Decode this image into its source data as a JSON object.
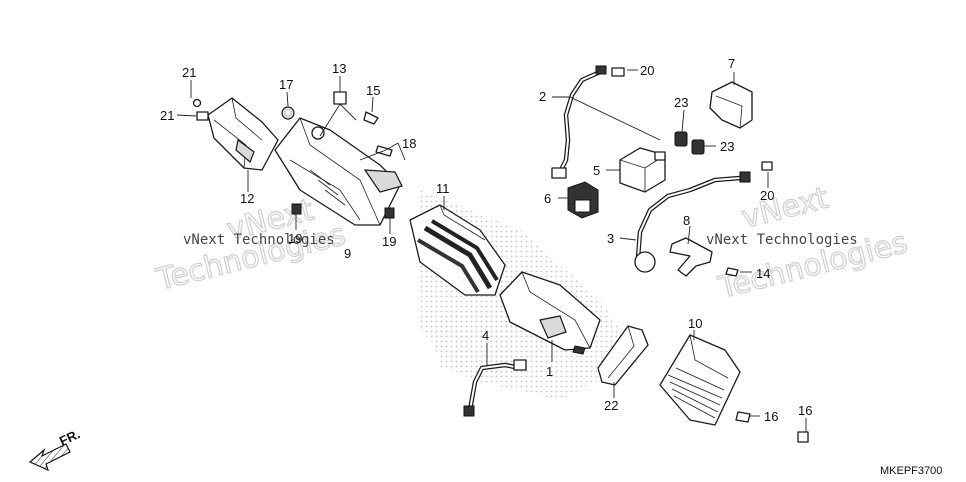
{
  "diagram": {
    "code": "MKEPF3700",
    "front_label": "FR.",
    "watermark": {
      "line1": "vNext Technologies",
      "line2": "Technologies"
    },
    "callouts": [
      {
        "id": "c1",
        "label": "1"
      },
      {
        "id": "c2",
        "label": "2"
      },
      {
        "id": "c3",
        "label": "3"
      },
      {
        "id": "c4",
        "label": "4"
      },
      {
        "id": "c5",
        "label": "5"
      },
      {
        "id": "c6",
        "label": "6"
      },
      {
        "id": "c7",
        "label": "7"
      },
      {
        "id": "c8",
        "label": "8"
      },
      {
        "id": "c9",
        "label": "9"
      },
      {
        "id": "c10",
        "label": "10"
      },
      {
        "id": "c11",
        "label": "11"
      },
      {
        "id": "c12",
        "label": "12"
      },
      {
        "id": "c13",
        "label": "13"
      },
      {
        "id": "c14",
        "label": "14"
      },
      {
        "id": "c15",
        "label": "15"
      },
      {
        "id": "c16a",
        "label": "16"
      },
      {
        "id": "c16b",
        "label": "16"
      },
      {
        "id": "c17",
        "label": "17"
      },
      {
        "id": "c18",
        "label": "18"
      },
      {
        "id": "c19a",
        "label": "19"
      },
      {
        "id": "c19b",
        "label": "19"
      },
      {
        "id": "c20a",
        "label": "20"
      },
      {
        "id": "c20b",
        "label": "20"
      },
      {
        "id": "c21a",
        "label": "21"
      },
      {
        "id": "c21b",
        "label": "21"
      },
      {
        "id": "c22",
        "label": "22"
      },
      {
        "id": "c23a",
        "label": "23"
      },
      {
        "id": "c23b",
        "label": "23"
      }
    ]
  }
}
